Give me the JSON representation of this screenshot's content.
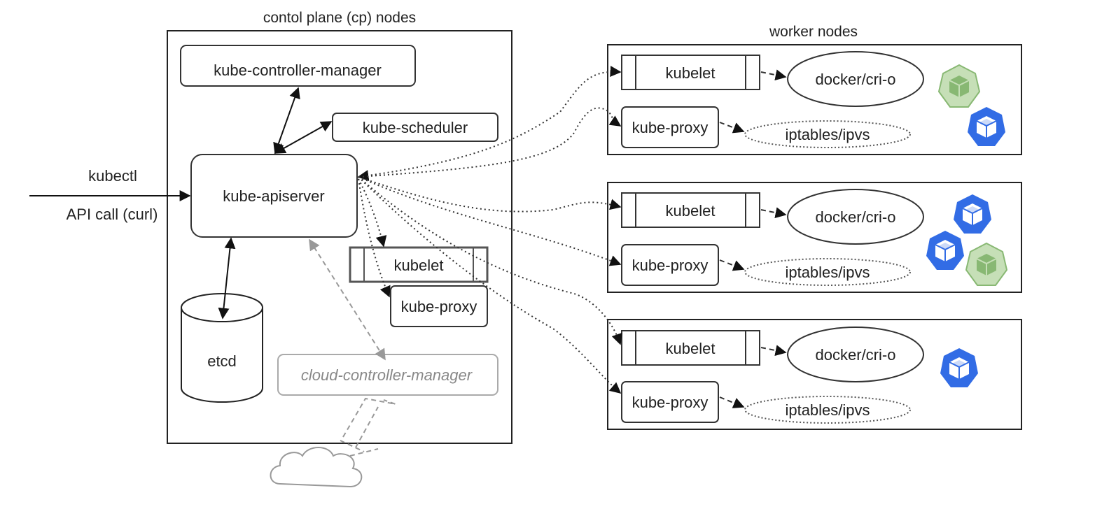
{
  "control_plane": {
    "title": "contol plane (cp) nodes",
    "controller_manager": "kube-controller-manager",
    "scheduler": "kube-scheduler",
    "apiserver": "kube-apiserver",
    "kubelet": "kubelet",
    "kube_proxy": "kube-proxy",
    "etcd": "etcd",
    "cloud_controller_manager": "cloud-controller-manager"
  },
  "client": {
    "kubectl": "kubectl",
    "api_call": "API call (curl)"
  },
  "worker_nodes": {
    "title": "worker nodes",
    "nodes": [
      {
        "kubelet": "kubelet",
        "runtime": "docker/cri-o",
        "kube_proxy": "kube-proxy",
        "iptables": "iptables/ipvs"
      },
      {
        "kubelet": "kubelet",
        "runtime": "docker/cri-o",
        "kube_proxy": "kube-proxy",
        "iptables": "iptables/ipvs"
      },
      {
        "kubelet": "kubelet",
        "runtime": "docker/cri-o",
        "kube_proxy": "kube-proxy",
        "iptables": "iptables/ipvs"
      }
    ]
  },
  "colors": {
    "pod_blue": "#326ce5",
    "pod_green": "#88b873",
    "pod_green_light": "#c6dfb7",
    "muted_text": "#888888"
  },
  "icons": [
    "pod-blue-icon",
    "pod-green-icon",
    "cloud-icon"
  ]
}
